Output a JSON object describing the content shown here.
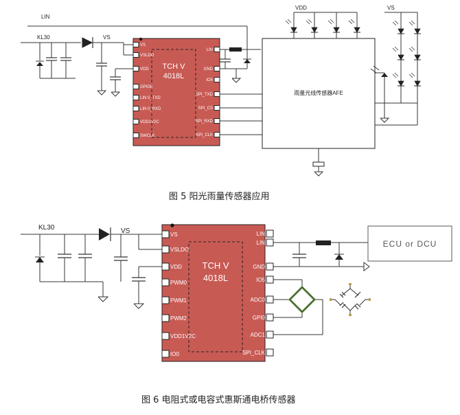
{
  "fig1": {
    "caption": "图 5 阳光雨量传感器应用",
    "net_lin": "LIN",
    "net_kl30": "KL30",
    "net_vs": "VS",
    "net_vdd": "VDD",
    "net_vs_right": "VS",
    "chip": {
      "line1": "TCH V",
      "line2": "4018L"
    },
    "left_pins": [
      "VS",
      "VSLDO",
      "VDD",
      "GPIO6",
      "LIN 0_TXD",
      "LIN 0_RXD",
      "VDD1V2C",
      "SWCLK"
    ],
    "right_pins": [
      "LIN",
      "GND",
      "IO5",
      "SPI_TXD",
      "SPI_CS",
      "SPI_RXD",
      "SPI_CLK"
    ],
    "afe_label": "雨量光线传感器AFE"
  },
  "fig2": {
    "caption": "图 6 电阻式或电容式惠斯通电桥传感器",
    "net_kl30": "KL30",
    "net_vs": "VS",
    "chip": {
      "line1": "TCH V",
      "line2": "4018L"
    },
    "left_pins": [
      "VS",
      "VSLDO",
      "VDD",
      "PWM0",
      "PWM1",
      "PWM2",
      "VDD1V2C",
      "IO0"
    ],
    "right_pins": [
      "LIN",
      "LIN",
      "GND",
      "IO5",
      "ADC0",
      "GPI0",
      "ADC1",
      "SPI_CLK"
    ],
    "ecu_label": "ECU or DCU"
  },
  "colors": {
    "chip": "#c85a54",
    "bridge": "#5a8a3a"
  }
}
